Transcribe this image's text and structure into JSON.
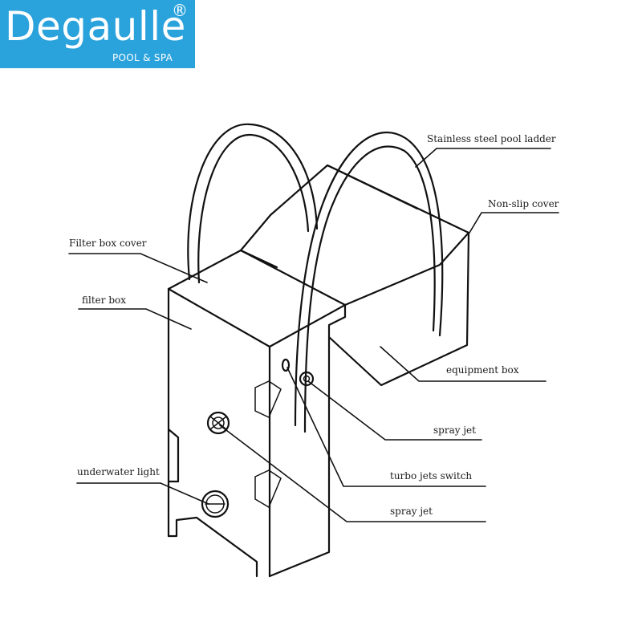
{
  "logo": {
    "name": "Degaulle",
    "registered": "®",
    "subtitle": "POOL & SPA",
    "color": "#2aa2dc"
  },
  "labels": {
    "ladder": "Stainless steel pool ladder",
    "non_slip_cover": "Non-slip cover",
    "filter_box_cover": "Filter box cover",
    "filter_box": "filter box",
    "equipment_box": "equipment box",
    "spray_jet_1": "spray jet",
    "turbo_jets_switch": "turbo jets switch",
    "spray_jet_2": "spray jet",
    "underwater_light": "underwater light"
  }
}
